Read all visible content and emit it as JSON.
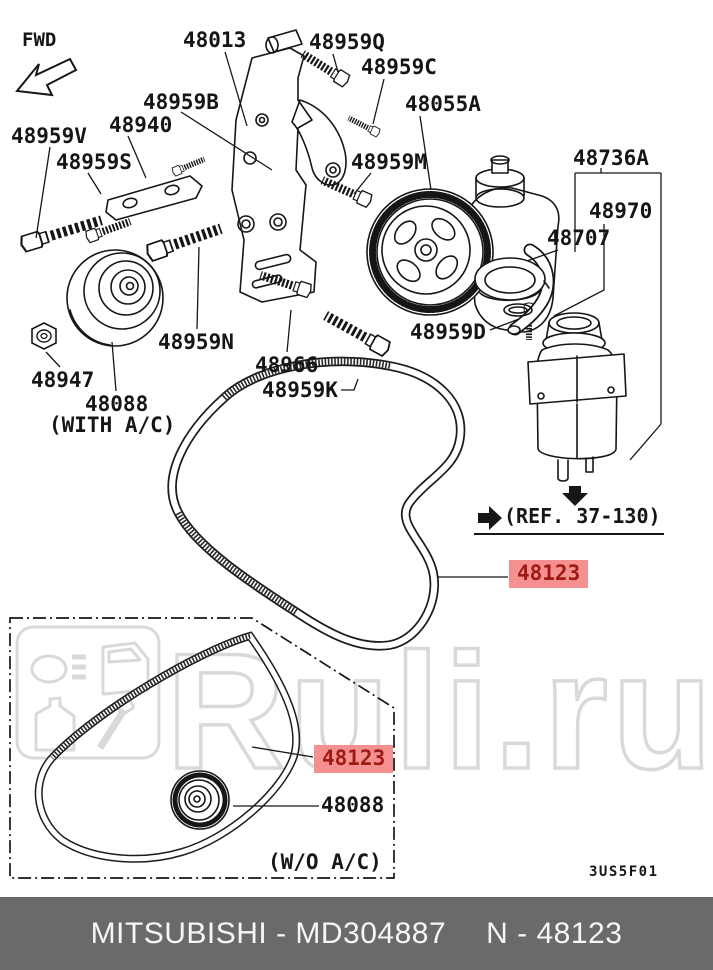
{
  "colors": {
    "highlight_bg": "#f59090",
    "highlight_fg": "#9e1a12",
    "bar_bg": "#6a6a6a",
    "bar_fg": "#f6f6f6",
    "watermark": "#d9d9d9"
  },
  "watermark": {
    "text": "Ruli.ru"
  },
  "diagram": {
    "labels": {
      "fwd": "FWD",
      "bracket": "48013",
      "bolt_q": "48959Q",
      "bolt_c": "48959C",
      "pump": "48055A",
      "bolt_b": "48959B",
      "stay": "48940",
      "bolt_v": "48959V",
      "spacer_s": "48959S",
      "bolt_m": "48959M",
      "reservoir_assy": "48736A",
      "reservoir": "48970",
      "cap": "48707",
      "bolt_d": "48959D",
      "bolt_n": "48959N",
      "bolt_66": "48966",
      "bolt_k": "48959K",
      "nut": "48947",
      "tensioner_ac": "48088",
      "with_ac": "(WITH A/C)",
      "ref_note": "(REF. 37-130)",
      "belt_main": "48123",
      "belt_inset": "48123",
      "tensioner_noac": "48088",
      "wo_ac": "(W/O A/C)",
      "sheet_code": "3US5F01"
    }
  },
  "footer": {
    "brand_part": "MITSUBISHI - MD304887",
    "catalog_number": "N - 48123"
  }
}
